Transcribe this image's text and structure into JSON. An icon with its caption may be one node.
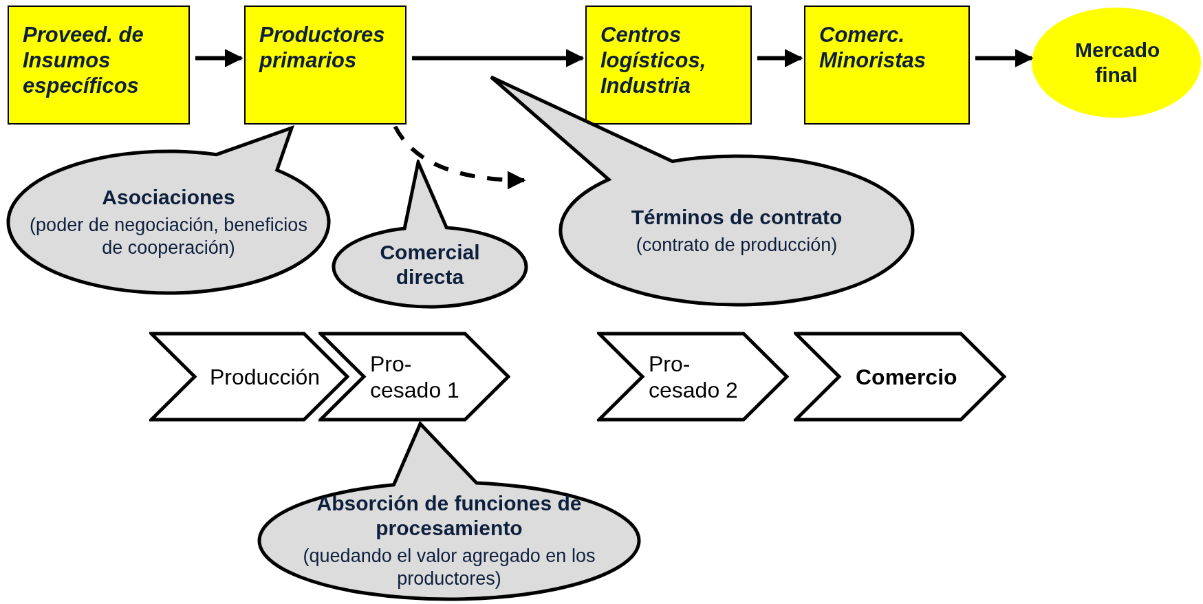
{
  "diagram": {
    "nodes": [
      {
        "text": [
          "Proveed. de Insumos específicos"
        ]
      },
      {
        "text": [
          "Productores primarios"
        ]
      },
      {
        "text": [
          "Centros logísticos, Industria"
        ]
      },
      {
        "text": [
          "Comerc. Minoristas"
        ]
      },
      {
        "text": [
          "Mercado final"
        ]
      },
      {
        "text": [
          "Asociaciones",
          "(poder de negociación, beneficios de cooperación)"
        ]
      },
      {
        "text": [
          "Comercial directa"
        ]
      },
      {
        "text": [
          "Términos de contrato",
          "(contrato de producción)"
        ]
      },
      {
        "text": [
          "Producción"
        ]
      },
      {
        "text": [
          "Pro- cesado 1"
        ]
      },
      {
        "text": [
          "Pro- cesado 2"
        ]
      },
      {
        "text": [
          "Comercio"
        ]
      },
      {
        "text": [
          "Absorción de funciones de procesamiento",
          "(quedando el valor agregado en los productores)"
        ]
      }
    ],
    "edges": [
      {
        "from": 0,
        "to": 1,
        "arrow": "to"
      },
      {
        "from": 1,
        "to": 2,
        "arrow": "to"
      },
      {
        "from": 2,
        "to": 3,
        "arrow": "to"
      },
      {
        "from": 3,
        "to": 4,
        "arrow": "to"
      },
      {
        "from": 1,
        "to": null,
        "arrow": "to",
        "style": "dashed"
      }
    ]
  }
}
